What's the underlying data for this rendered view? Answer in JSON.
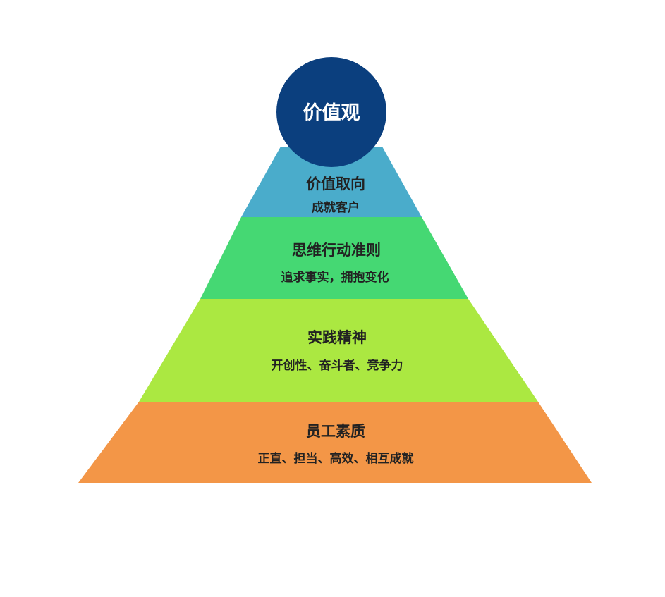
{
  "apex": {
    "label": "价值观",
    "color": "#0b3f7e",
    "text_color": "#ffffff"
  },
  "tiers": [
    {
      "title": "价值取向",
      "subtitle": "成就客户",
      "color": "#4aaccb"
    },
    {
      "title": "思维行动准则",
      "subtitle": "追求事实，拥抱变化",
      "color": "#45d873"
    },
    {
      "title": "实践精神",
      "subtitle": "开创性、奋斗者、竞争力",
      "color": "#abe841"
    },
    {
      "title": "员工素质",
      "subtitle": "正直、担当、高效、相互成就",
      "color": "#f39647"
    }
  ],
  "text_color": "#222222"
}
